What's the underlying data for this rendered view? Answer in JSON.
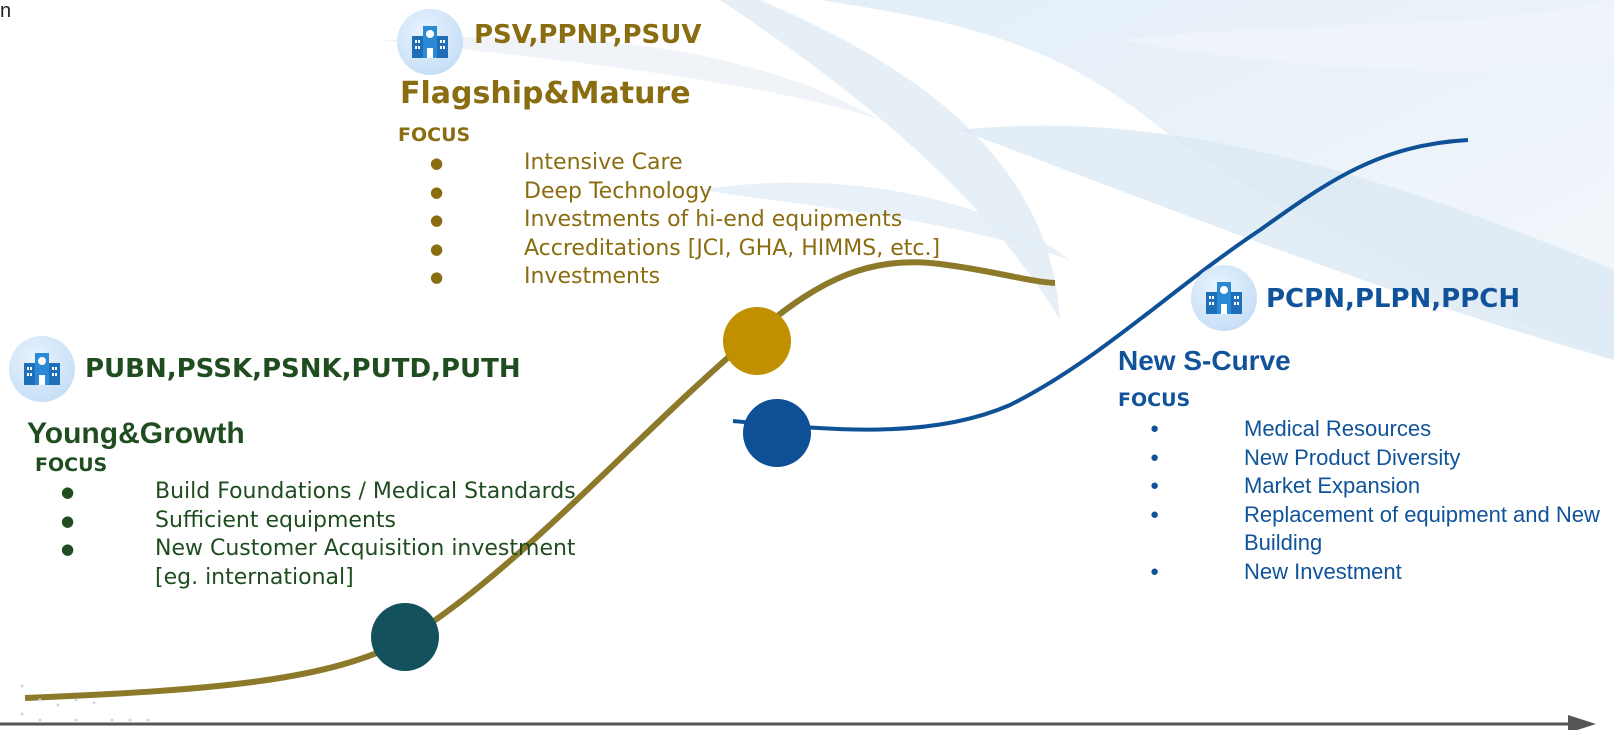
{
  "corner_text": "n",
  "stages": {
    "young": {
      "codes": "PUBN,PSSK,PSNK,PUTD,PUTH",
      "title": "Young&Growth",
      "focus_label": "FOCUS",
      "items": [
        "Build Foundations / Medical Standards",
        "Sufficient equipments",
        "New Customer Acquisition investment [eg. international]"
      ]
    },
    "flagship": {
      "codes": "PSV,PPNP,PSUV",
      "title": "Flagship&Mature",
      "focus_label": "FOCUS",
      "items": [
        "Intensive Care",
        "Deep Technology",
        "Investments of hi-end equipments",
        "Accreditations [JCI, GHA, HIMMS, etc.]",
        "Investments"
      ]
    },
    "new_curve": {
      "codes": "PCPN,PLPN,PPCH",
      "title": "New S-Curve",
      "focus_label": "FOCUS",
      "items": [
        "Medical Resources",
        "New Product Diversity",
        "Market Expansion",
        "Replacement of equipment and New Building",
        "New Investment"
      ]
    }
  },
  "icons": {
    "badge": "hospital-building-icon"
  },
  "colors": {
    "gold": "#8a6d10",
    "green": "#1f4d1f",
    "blue": "#10539a",
    "gold_curve": "#8c7a2a",
    "blue_curve": "#0f5196",
    "dot_teal": "#13525c",
    "dot_gold": "#c09000",
    "dot_blue": "#0e5096",
    "axis": "#555555"
  }
}
